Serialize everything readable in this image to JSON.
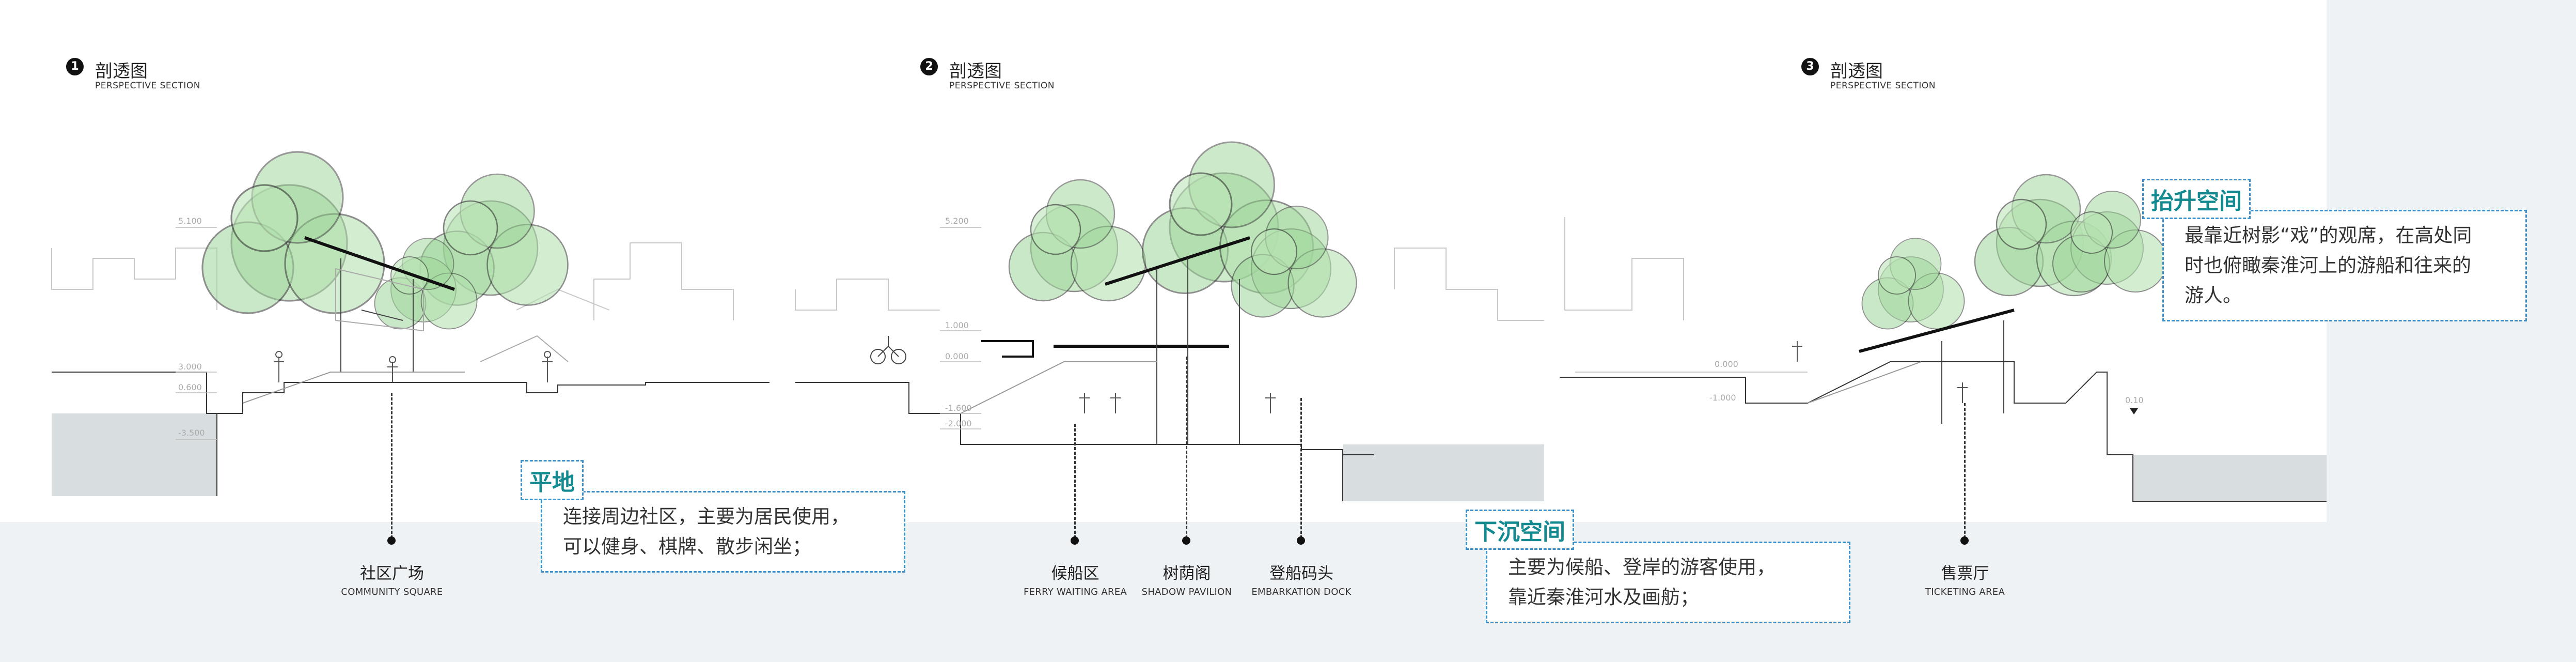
{
  "sections": [
    {
      "number": "1",
      "title_zh": "剖透图",
      "title_en": "PERSPECTIVE SECTION"
    },
    {
      "number": "2",
      "title_zh": "剖透图",
      "title_en": "PERSPECTIVE SECTION"
    },
    {
      "number": "3",
      "title_zh": "剖透图",
      "title_en": "PERSPECTIVE SECTION"
    }
  ],
  "areas": [
    {
      "zh": "社区广场",
      "en": "COMMUNITY SQUARE"
    },
    {
      "zh": "候船区",
      "en": "FERRY WAITING AREA"
    },
    {
      "zh": "树荫阁",
      "en": "SHADOW PAVILION"
    },
    {
      "zh": "登船码头",
      "en": "EMBARKATION DOCK"
    },
    {
      "zh": "售票厅",
      "en": "TICKETING AREA"
    }
  ],
  "notes": [
    {
      "tag": "平地",
      "lines": [
        "连接周边社区，主要为居民使用，",
        "可以健身、棋牌、散步闲坐；"
      ]
    },
    {
      "tag": "下沉空间",
      "lines": [
        "主要为候船、登岸的游客使用，",
        "靠近秦淮河水及画舫；"
      ]
    },
    {
      "tag": "抬升空间",
      "lines": [
        "最靠近树影“戏”的观席，在高处同",
        "时也俯瞰秦淮河上的游船和往来的",
        "游人。"
      ]
    }
  ],
  "elevations": {
    "s1": [
      "5.100",
      "3.000",
      "0.600",
      "-3.500"
    ],
    "s2": [
      "5.200",
      "1.000",
      "0.000",
      "-1.600",
      "-2.000"
    ],
    "s3": [
      "0.000",
      "-1.000",
      "0.10"
    ]
  },
  "colors": {
    "tree": "#8fd08a",
    "accent_tag": "#138a8f",
    "dash_border": "#3b8fc9",
    "water": "#d8dee0"
  }
}
